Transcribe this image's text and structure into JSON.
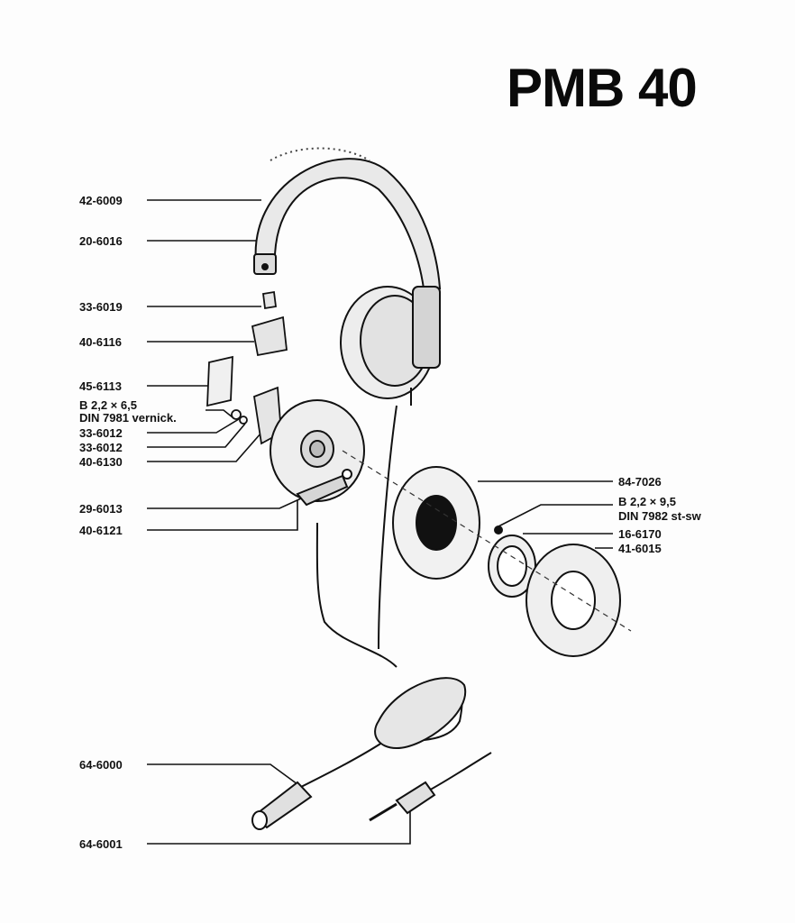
{
  "title": "PMB 40",
  "labels": {
    "l_42_6009": "42-6009",
    "l_20_6016": "20-6016",
    "l_33_6019": "33-6019",
    "l_40_6116": "40-6116",
    "l_45_6113": "45-6113",
    "l_b22": "B 2,2 × 6,5",
    "l_din7981": "DIN 7981 vernick.",
    "l_33_6012a": "33-6012",
    "l_33_6012b": "33-6012",
    "l_40_6130": "40-6130",
    "l_29_6013": "29-6013",
    "l_40_6121": "40-6121",
    "l_84_7026": "84-7026",
    "l_b22_95": "B 2,2 × 9,5",
    "l_din7982": "DIN 7982 st-sw",
    "l_16_6170": "16-6170",
    "l_41_6015": "41-6015",
    "l_64_6000": "64-6000",
    "l_64_6001": "64-6001"
  }
}
